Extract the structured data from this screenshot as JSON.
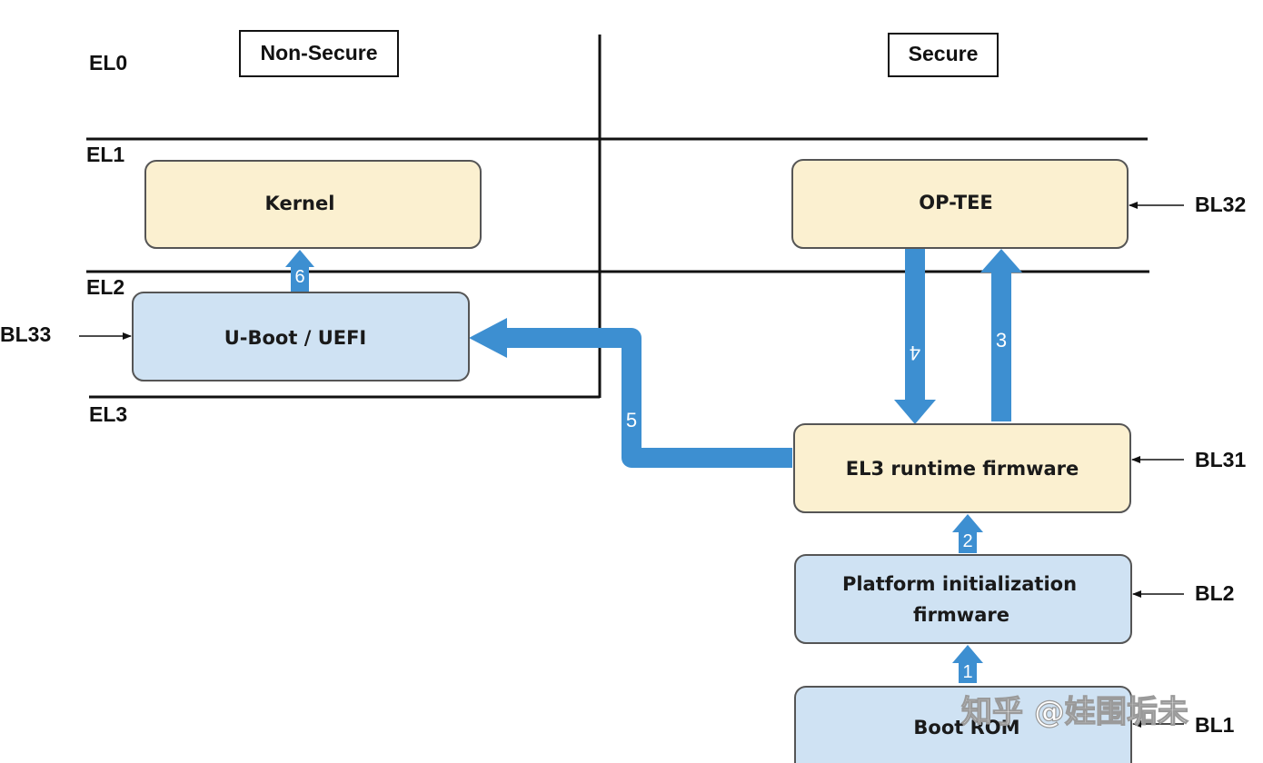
{
  "colors": {
    "warm_box": "#fbf0d0",
    "cool_box": "#cfe2f3",
    "box_border": "#555555",
    "arrow_blue": "#3d8fd1",
    "line": "#111111"
  },
  "headers": {
    "non_secure": "Non-Secure",
    "secure": "Secure"
  },
  "exception_levels": {
    "el0": "EL0",
    "el1": "EL1",
    "el2": "EL2",
    "el3": "EL3"
  },
  "boxes": {
    "kernel": "Kernel",
    "uboot": "U-Boot / UEFI",
    "optee": "OP-TEE",
    "el3_runtime": "EL3 runtime firmware",
    "platform_init_line1": "Platform initialization",
    "platform_init_line2": "firmware",
    "boot_rom": "Boot ROM"
  },
  "bootloader_labels": {
    "bl33": "BL33",
    "bl32": "BL32",
    "bl31": "BL31",
    "bl2": "BL2",
    "bl1": "BL1"
  },
  "steps": {
    "s1": "1",
    "s2": "2",
    "s3": "3",
    "s4": "4",
    "s5": "5",
    "s6": "6"
  },
  "watermark": "知乎 @娃围垢未"
}
